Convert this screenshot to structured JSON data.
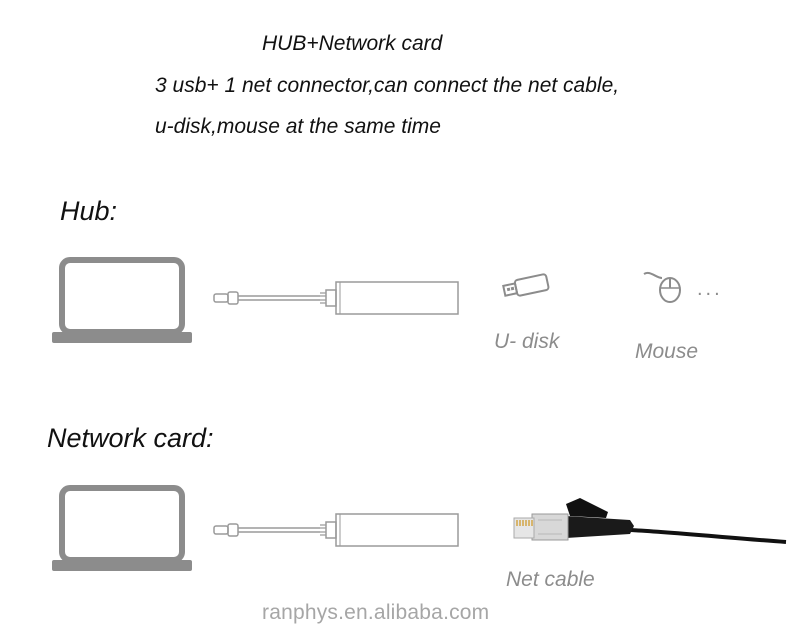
{
  "header": {
    "title": "HUB+Network card",
    "line1": "3 usb+ 1 net connector,can connect the net cable,",
    "line2": "u-disk,mouse at the same time"
  },
  "hub_section": {
    "heading": "Hub:",
    "udisk_label": "U- disk",
    "mouse_label": "Mouse",
    "ellipsis": "..."
  },
  "network_section": {
    "heading": "Network card:",
    "cable_label": "Net cable"
  },
  "footer": {
    "watermark": "ranphys.en.alibaba.com"
  },
  "colors": {
    "device_gray": "#8c8c8c",
    "line_gray": "#9a9a9a",
    "cable_black": "#111111",
    "plug_gold": "#d7b56d"
  }
}
